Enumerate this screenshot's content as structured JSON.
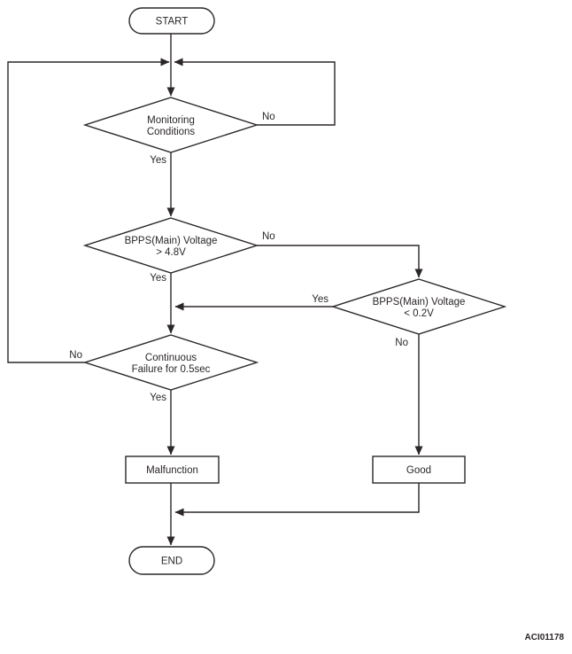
{
  "colors": {
    "line": "#2b2627",
    "background": "#ffffff"
  },
  "figure_code": "ACI01178",
  "flowchart": {
    "start": {
      "label": "START"
    },
    "end": {
      "label": "END"
    },
    "decision_monitoring": {
      "line1": "Monitoring",
      "line2": "Conditions"
    },
    "decision_bpps_high": {
      "line1": "BPPS(Main) Voltage",
      "line2": "> 4.8V"
    },
    "decision_bpps_low": {
      "line1": "BPPS(Main) Voltage",
      "line2": "< 0.2V"
    },
    "decision_continuous": {
      "line1": "Continuous",
      "line2": "Failure for 0.5sec"
    },
    "result_malfunction": {
      "label": "Malfunction"
    },
    "result_good": {
      "label": "Good"
    },
    "edge_labels": {
      "monitoring_no": "No",
      "monitoring_yes": "Yes",
      "bpps_high_no": "No",
      "bpps_high_yes": "Yes",
      "bpps_low_yes": "Yes",
      "bpps_low_no": "No",
      "continuous_no": "No",
      "continuous_yes": "Yes"
    }
  }
}
